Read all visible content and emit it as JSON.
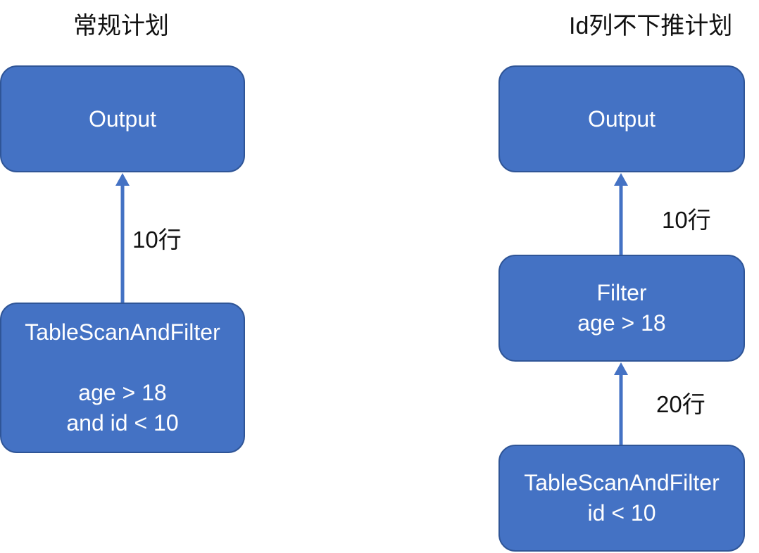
{
  "left": {
    "title": "常规计划",
    "output_label": "Output",
    "edge_label": "10行",
    "scan_box": {
      "name": "TableScanAndFilter",
      "cond_line1": "age > 18",
      "cond_line2": "and id < 10"
    }
  },
  "right": {
    "title": "Id列不下推计划",
    "output_label": "Output",
    "edge_top_label": "10行",
    "filter_box": {
      "name": "Filter",
      "cond": "age > 18"
    },
    "edge_bottom_label": "20行",
    "scan_box": {
      "name": "TableScanAndFilter",
      "cond": "id < 10"
    }
  },
  "colors": {
    "node_fill": "#4472c4",
    "node_border": "#2f5597",
    "arrow": "#4472c4",
    "text_on_node": "#ffffff",
    "text": "#111111"
  }
}
